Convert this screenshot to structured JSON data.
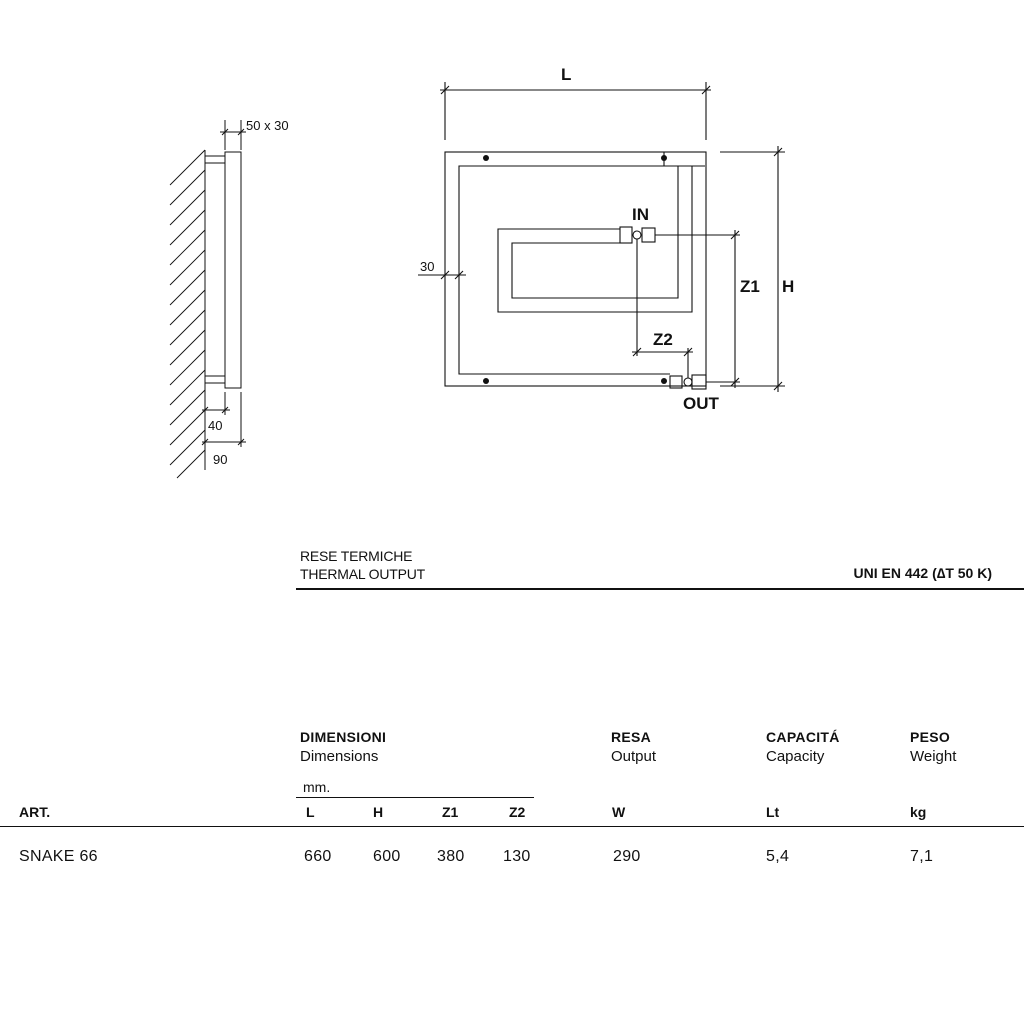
{
  "drawing": {
    "side_section": "50 x 30",
    "side_depth_bracket": "40",
    "side_depth_total": "90",
    "frame_width": "30",
    "label_L": "L",
    "label_H": "H",
    "label_Z1": "Z1",
    "label_Z2": "Z2",
    "label_in": "IN",
    "label_out": "OUT"
  },
  "thermal": {
    "title_it": "RESE TERMICHE",
    "title_en": "THERMAL OUTPUT",
    "standard": "UNI EN 442 (∆T 50 K)"
  },
  "table": {
    "groups": {
      "dimensions": {
        "it": "DIMENSIONI",
        "en": "Dimensions",
        "unit": "mm."
      },
      "output": {
        "it": "RESA",
        "en": "Output"
      },
      "capacity": {
        "it": "CAPACITÁ",
        "en": "Capacity"
      },
      "weight": {
        "it": "PESO",
        "en": "Weight"
      }
    },
    "columns": {
      "art": "ART.",
      "L": "L",
      "H": "H",
      "Z1": "Z1",
      "Z2": "Z2",
      "W": "W",
      "Lt": "Lt",
      "kg": "kg"
    },
    "rows": [
      {
        "art": "SNAKE 66",
        "L": "660",
        "H": "600",
        "Z1": "380",
        "Z2": "130",
        "W": "290",
        "Lt": "5,4",
        "kg": "7,1"
      }
    ]
  }
}
